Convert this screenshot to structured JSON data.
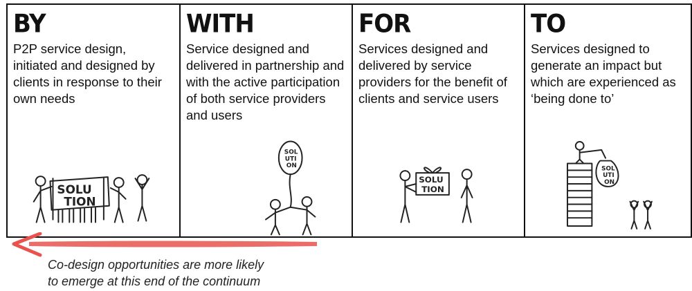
{
  "panels": [
    {
      "heading": "BY",
      "description": "P2P service design, initiated and designed by clients in response to their own needs",
      "sign_text": [
        "SOLU",
        "TION"
      ]
    },
    {
      "heading": "WITH",
      "description": "Service designed and delivered in partnership and with the active participation of both service providers and users",
      "sign_text": [
        "SOL",
        "UTI",
        "ON"
      ]
    },
    {
      "heading": "FOR",
      "description": "Services designed and delivered by service providers for the benefit of clients and service users",
      "sign_text": [
        "SOLU",
        "TION"
      ]
    },
    {
      "heading": "TO",
      "description": "Services designed to generate an impact but which are experienced as ‘being done to’",
      "sign_text": [
        "SOL",
        "UTI",
        "ON"
      ]
    }
  ],
  "caption": [
    "Co-design opportunities are more likely",
    "to emerge at this end of the continuum"
  ],
  "colors": {
    "arrow": "#e8544d",
    "outline": "#111111"
  }
}
